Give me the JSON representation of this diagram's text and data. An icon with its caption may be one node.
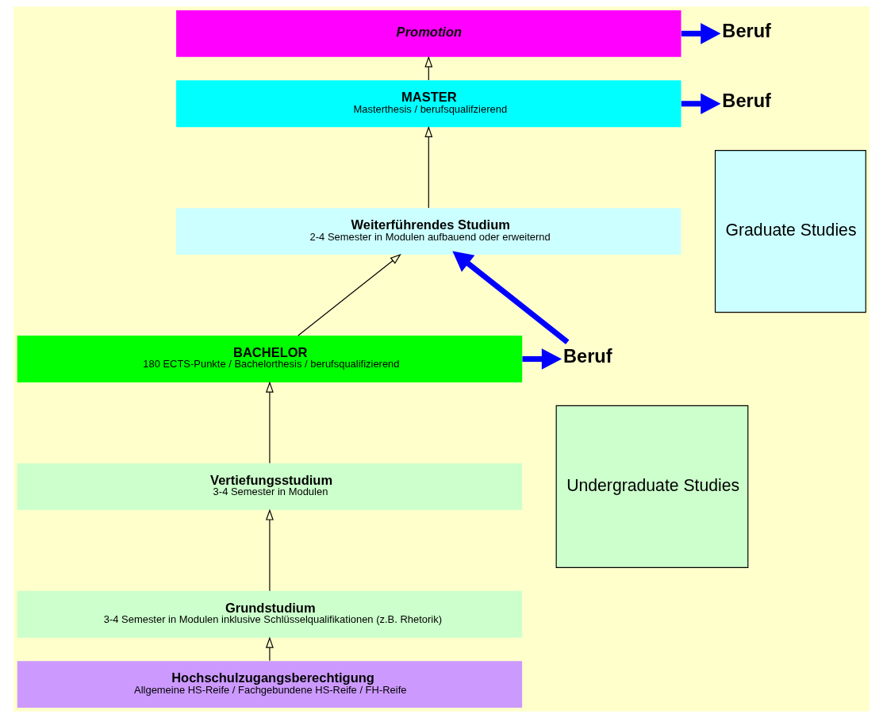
{
  "diagram": {
    "nodes": [
      {
        "text": [
          "Promotion"
        ]
      },
      {
        "text": [
          "MASTER",
          "Masterthesis / berufsqualifzierend"
        ]
      },
      {
        "text": [
          "Weiterführendes Studium",
          "2-4 Semester in Modulen aufbauend oder erweiternd"
        ]
      },
      {
        "text": [
          "BACHELOR",
          "180 ECTS-Punkte / Bachelorthesis / berufsqualifizierend"
        ]
      },
      {
        "text": [
          "Vertiefungsstudium",
          "3-4 Semester in Modulen"
        ]
      },
      {
        "text": [
          "Grundstudium",
          "3-4 Semester in Modulen inklusive Schlüsselqualifikationen (z.B. Rhetorik)"
        ]
      },
      {
        "text": [
          "Hochschulzugangsberechtigung",
          "Allgemeine HS-Reife / Fachgebundene HS-Reife / FH-Reife"
        ]
      },
      {
        "text": [
          "Beruf"
        ]
      },
      {
        "text": [
          "Beruf"
        ]
      },
      {
        "text": [
          "Beruf"
        ]
      },
      {
        "text": [
          "Graduate Studies"
        ]
      },
      {
        "text": [
          "Undergraduate Studies"
        ]
      }
    ],
    "edges": [
      {
        "from": 6,
        "to": 5,
        "arrow": "to"
      },
      {
        "from": 5,
        "to": 4,
        "arrow": "to"
      },
      {
        "from": 4,
        "to": 3,
        "arrow": "to"
      },
      {
        "from": 3,
        "to": 2,
        "arrow": "to"
      },
      {
        "from": 2,
        "to": 1,
        "arrow": "to"
      },
      {
        "from": 1,
        "to": 0,
        "arrow": "to"
      },
      {
        "from": 0,
        "to": 7,
        "arrow": "to",
        "style": "thick",
        "color": "#0000ff"
      },
      {
        "from": 1,
        "to": 8,
        "arrow": "to",
        "style": "thick",
        "color": "#0000ff"
      },
      {
        "from": 3,
        "to": 9,
        "arrow": "to",
        "style": "thick",
        "color": "#0000ff"
      },
      {
        "from": 9,
        "to": 2,
        "arrow": "to",
        "style": "thick",
        "color": "#0000ff"
      }
    ]
  }
}
